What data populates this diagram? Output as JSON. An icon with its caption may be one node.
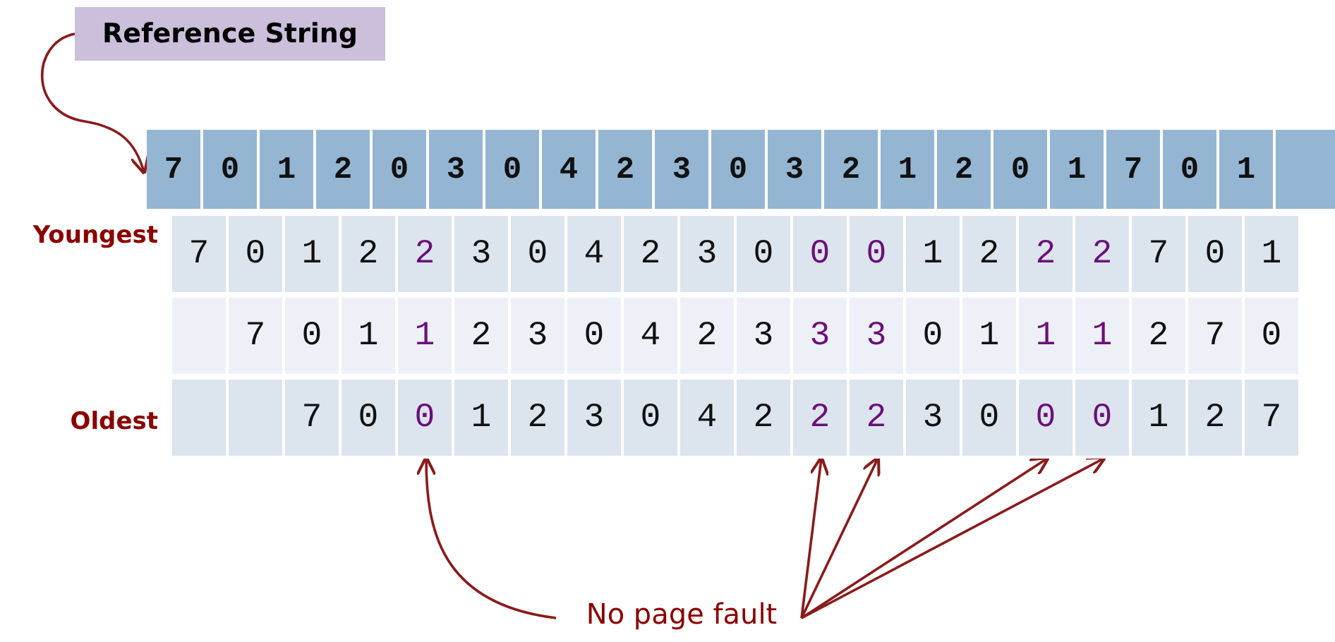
{
  "diagram": {
    "nodes": [
      {
        "text": [
          "Reference String"
        ]
      },
      {
        "text": [
          "7",
          "0",
          "1",
          "2",
          "0",
          "3",
          "0",
          "4",
          "2",
          "3",
          "0",
          "3",
          "2",
          "1",
          "2",
          "0",
          "1",
          "7",
          "0",
          "1"
        ]
      },
      {
        "text": [
          "No page fault"
        ]
      },
      {
        "text": [
          "0"
        ]
      },
      {
        "text": [
          "2"
        ]
      },
      {
        "text": [
          "2"
        ]
      },
      {
        "text": [
          "0"
        ]
      },
      {
        "text": [
          "0"
        ]
      }
    ],
    "edges": [
      {
        "from": 0,
        "to": 1,
        "arrow": "to"
      },
      {
        "from": 2,
        "to": 3,
        "arrow": "to"
      },
      {
        "from": 2,
        "to": 4,
        "arrow": "to"
      },
      {
        "from": 2,
        "to": 5,
        "arrow": "to"
      },
      {
        "from": 2,
        "to": 6,
        "arrow": "to"
      },
      {
        "from": 2,
        "to": 7,
        "arrow": "to"
      }
    ],
    "labels": [
      "Youngest",
      "7",
      "0",
      "1",
      "2",
      "2",
      "3",
      "0",
      "4",
      "2",
      "3",
      "0",
      "0",
      "0",
      "1",
      "2",
      "2",
      "2",
      "7",
      "0",
      "1",
      "7",
      "0",
      "1",
      "1",
      "2",
      "3",
      "0",
      "4",
      "2",
      "3",
      "3",
      "3",
      "0",
      "1",
      "1",
      "1",
      "2",
      "7",
      "0",
      "Oldest",
      "7",
      "0",
      "1",
      "2",
      "3",
      "0",
      "4",
      "2",
      "3",
      "0",
      "1",
      "2",
      "7"
    ]
  }
}
